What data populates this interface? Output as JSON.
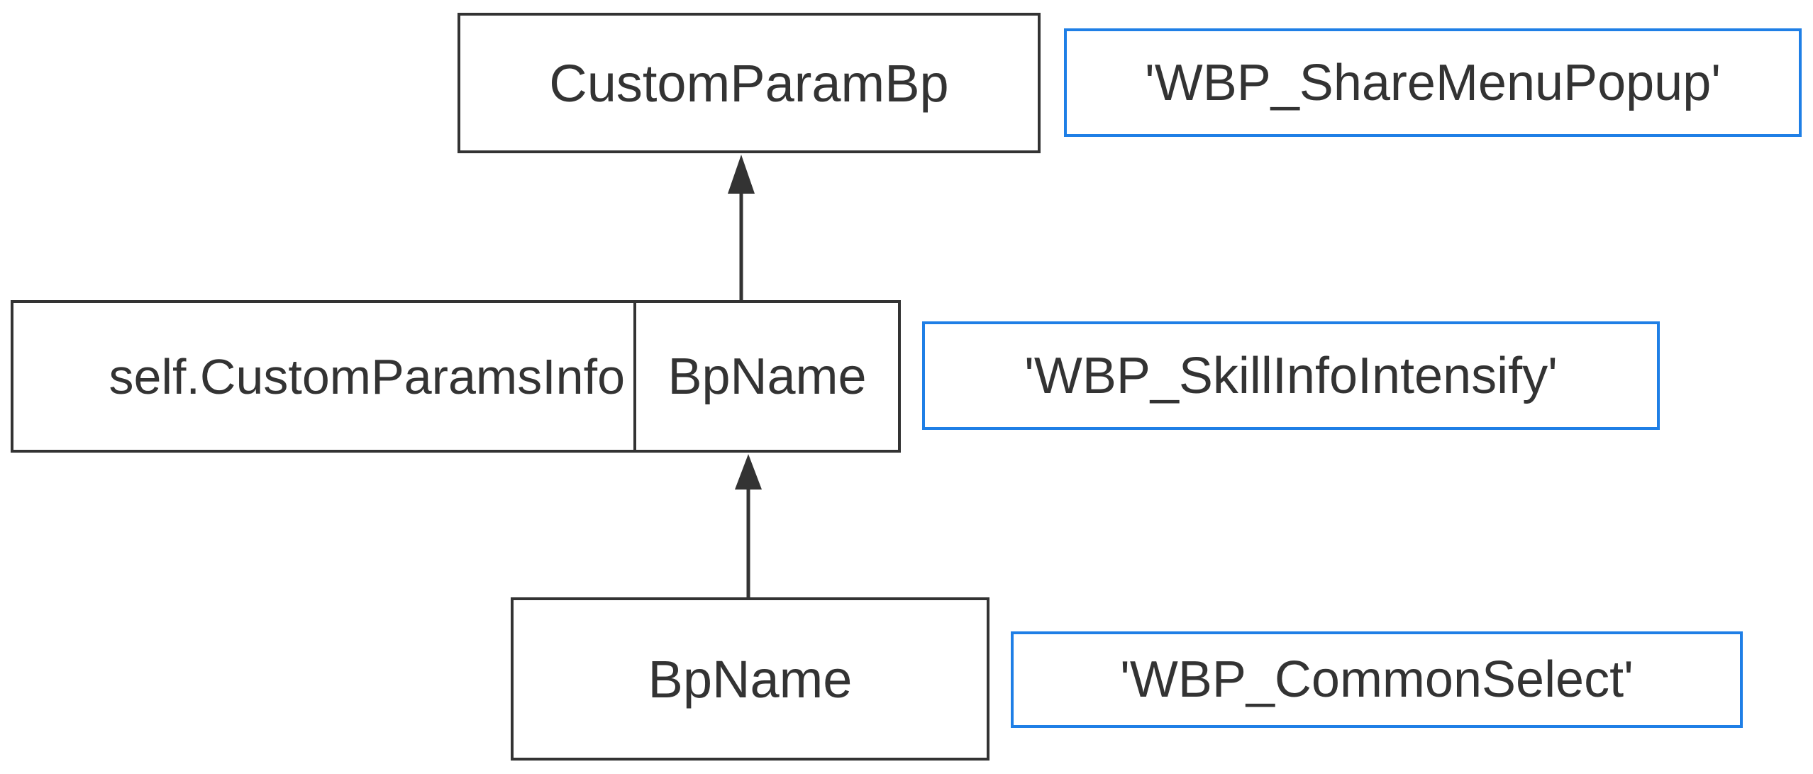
{
  "diagram": {
    "top": {
      "label": "CustomParamBp",
      "note": "'WBP_ShareMenuPopup'"
    },
    "middle": {
      "left_label": "self.CustomParamsInfo",
      "right_label": "BpName",
      "note": "'WBP_SkillInfoIntensify'"
    },
    "bottom": {
      "label": "BpName",
      "note": "'WBP_CommonSelect'"
    },
    "colors": {
      "box_border": "#333333",
      "note_border": "#1f7fe6",
      "arrow": "#333333"
    }
  }
}
